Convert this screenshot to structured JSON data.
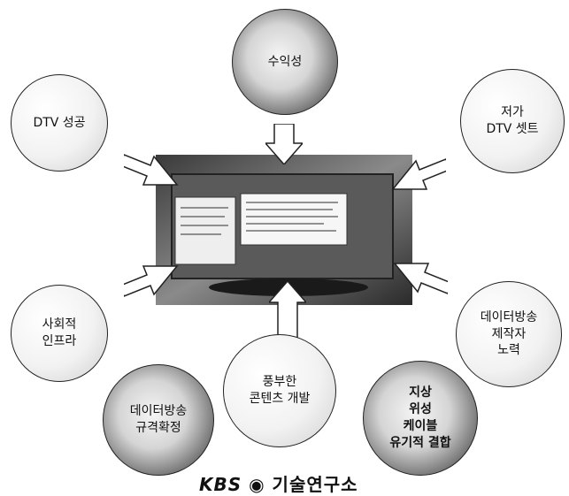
{
  "nodes": {
    "top": {
      "lines": [
        "수익성"
      ]
    },
    "top_left": {
      "lines": [
        "DTV 성공"
      ]
    },
    "top_right": {
      "lines": [
        "저가",
        "DTV 셋트"
      ]
    },
    "left": {
      "lines": [
        "사회적",
        "인프라"
      ]
    },
    "right": {
      "lines": [
        "데이터방송",
        "제작자",
        "노력"
      ]
    },
    "bottom_left": {
      "lines": [
        "데이터방송",
        "규격확정"
      ]
    },
    "bottom_center": {
      "lines": [
        "풍부한",
        "콘텐츠 개발"
      ]
    },
    "bottom_right": {
      "lines": [
        "지상",
        "위성",
        "케이블",
        "유기적 결합"
      ]
    }
  },
  "footer": {
    "logo_text": "KBS",
    "org_name": "기술연구소"
  }
}
